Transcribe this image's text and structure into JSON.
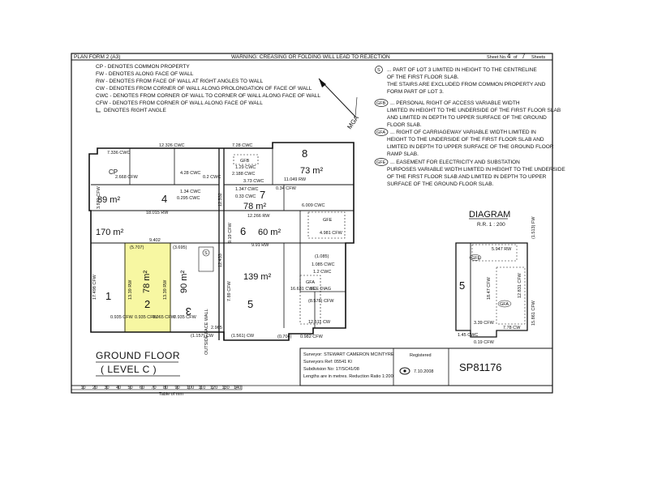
{
  "header": {
    "form": "PLAN FORM 2 (A3)",
    "warning": "WARNING: CREASING OR FOLDING WILL LEAD TO REJECTION",
    "sheet_label": "Sheet No.",
    "sheet_no": "4",
    "of": "of",
    "sheet_total": "7",
    "sheets_word": "Sheets"
  },
  "legend": [
    "CP - DENOTES COMMON PROPERTY",
    "FW - DENOTES ALONG FACE OF WALL",
    "RW - DENOTES FROM FACE OF WALL AT RIGHT ANGLES TO WALL",
    "CW - DENOTES FROM CORNER OF WALL ALONG PROLONGATION OF FACE OF WALL",
    "CWC - DENOTES FROM CORNER OF WALL TO CORNER OF WALL ALONG FACE OF WALL",
    "CFW - DENOTES FROM CORNER OF WALL ALONG FACE OF WALL",
    "DENOTES RIGHT ANGLE"
  ],
  "north": "MGA",
  "notes": [
    {
      "tag": "S",
      "lines": [
        "... PART OF LOT 3 LIMITED IN HEIGHT TO THE CENTRELINE",
        "OF THE FIRST FLOOR SLAB.",
        "THE STAIRS ARE EXCLUDED FROM COMMON PROPERTY AND",
        "FORM PART OF LOT 3."
      ]
    },
    {
      "tag": "GFB",
      "lines": [
        "... PERSONAL RIGHT OF ACCESS VARIABLE WIDTH",
        "LIMITED IN HEIGHT TO THE UNDERSIDE OF THE FIRST FLOOR SLAB",
        "AND LIMITED IN DEPTH TO UPPER SURFACE OF THE GROUND",
        "FLOOR SLAB."
      ]
    },
    {
      "tag": "GFA",
      "lines": [
        "... RIGHT OF CARRIAGEWAY VARIABLE WIDTH LIMITED IN",
        "HEIGHT TO THE UNDERSIDE OF THE FIRST FLOOR SLAB AND",
        "LIMITED IN DEPTH TO UPPER SURFACE OF THE GROUND FLOOR",
        "RAMP SLAB."
      ]
    },
    {
      "tag": "GFE",
      "lines": [
        "... EASEMENT FOR ELECTRICITY AND SUBSTATION",
        "PURPOSES VARIABLE WIDTH LIMITED IN HEIGHT TO THE UNDERSIDE",
        "OF THE FIRST FLOOR SLAB AND LIMITED IN DEPTH TO UPPER",
        "SURFACE OF THE GROUND FLOOR SLAB."
      ]
    }
  ],
  "lots": [
    {
      "id": "cp",
      "label": "CP",
      "area": ""
    },
    {
      "id": "1",
      "label": "1",
      "area": ""
    },
    {
      "id": "2",
      "label": "2",
      "area": "78 m²"
    },
    {
      "id": "3",
      "label": "3",
      "area": "90 m²"
    },
    {
      "id": "4",
      "label": "4",
      "area": "89 m²"
    },
    {
      "id": "5",
      "label": "5",
      "area": "139 m²"
    },
    {
      "id": "6",
      "label": "6",
      "area": "60 m²"
    },
    {
      "id": "7",
      "label": "7",
      "area": "78 m²"
    },
    {
      "id": "8",
      "label": "8",
      "area": "73 m²"
    },
    {
      "id": "lot1area",
      "label": "",
      "area": "170 m²"
    }
  ],
  "dims": {
    "d1": "12.326 CWC",
    "d2": "7.336 CWC",
    "d3": "7.28 CWC",
    "d4": "18.015 RW",
    "d5": "12.266 RW",
    "d6": "9.402",
    "d7": "(5.707)",
    "d8": "(3.695)",
    "d9": "9.91 RW",
    "d10": "11.049 RW",
    "d11": "6.009 CWC",
    "d12": "17.498 CFW",
    "d13": "13.39 RW",
    "d14": "13.39 RW",
    "d15": "0.935 CFW",
    "d16": "0.935 CFW",
    "d17": "0.965 CFW",
    "d18": "0.935 CFW",
    "d19": "1.085 CWC",
    "d20": "1.2 CWC",
    "d21": "16.631 CWC",
    "d22": "(8.578) CFW",
    "d23": "12.511 CW",
    "d24": "(0.704)",
    "d25": "0.982 CFW",
    "d26": "(1.157) CW",
    "d27": "(1.561) CW",
    "d28": "2.965",
    "d29": "SEE DIAG",
    "d30": "OUTSIDE FACE WALL",
    "d31": "2.668 CFW",
    "d32": "4.28 CWC",
    "d33": "0.2 CWC",
    "d34": "1.34 CWC",
    "d35": "0.295 CWC",
    "d36": "1.347 CWC",
    "d37": "0.33 CWC",
    "d38": "2.188 CWC",
    "d39": "1.29 CWC",
    "d40": "0.34 CFW",
    "d41": "3.73 CWC",
    "d42": "4.981 CFW",
    "d43": "12.433",
    "d44": "12.532",
    "d45": "3.971 CFW",
    "d46": "7.89 CFW",
    "d47": "9.19 CFW",
    "d48": "(1.085)"
  },
  "tags": {
    "gfb": "GFB",
    "gfe": "GFE",
    "gfa": "GFA",
    "s": "S"
  },
  "diagram": {
    "title": "DIAGRAM",
    "scale": "R.R. 1 : 200",
    "lot": "5",
    "gfa": "GFA",
    "gfe": "GFE",
    "d1": "5.947 RW",
    "d2": "18.47 CFW",
    "d3": "12.831 CFW",
    "d4": "15.861 CFW",
    "d5": "7.78 CW",
    "d6": "3.39 CFW",
    "d7": "1.45 CWC",
    "d8": "0.19 CFW",
    "d9": "(1.513) FW"
  },
  "title": {
    "line1": "GROUND FLOOR",
    "line2": "( LEVEL C )"
  },
  "titleblock": {
    "surveyor_label": "Surveyor:",
    "surveyor": "STEWART CAMERON MCINTYRE",
    "ref_label": "Surveyors Ref:",
    "ref": "05541 KI",
    "sub_label": "Subdivision No:",
    "sub": "17/SC41/08",
    "note": "Lengths are in metres. Reduction Ratio 1:200",
    "registered_label": "Registered",
    "registered_date": "7.10.2008",
    "plan_no": "SP81176"
  },
  "scalebar": {
    "label": "Table of mm",
    "ticks": [
      "10",
      "20",
      "30",
      "40",
      "50",
      "60",
      "70",
      "80",
      "90",
      "100",
      "110",
      "120",
      "130",
      "140"
    ]
  }
}
